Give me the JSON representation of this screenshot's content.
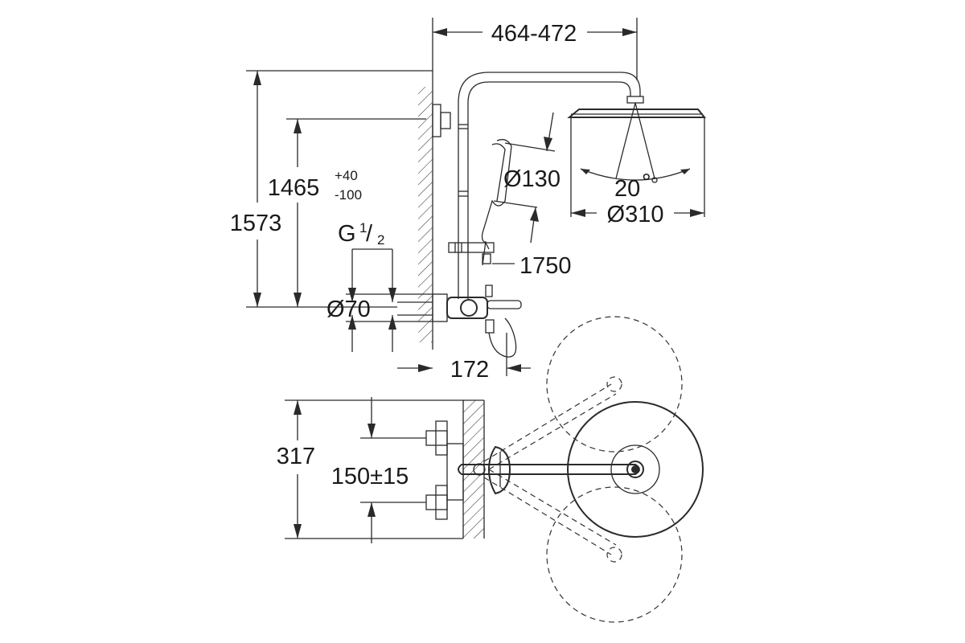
{
  "dimensions": {
    "arm_width": "464-472",
    "total_height": "1573",
    "rail_height": "1465",
    "rail_tol_plus": "+40",
    "rail_tol_minus": "-100",
    "hand_shower_dia": "Ø130",
    "head_angle": "20",
    "head_angle_unit": "°",
    "head_dia": "Ø310",
    "hose_length": "1750",
    "thread_label": "G",
    "thread_num": "1",
    "thread_den": "2",
    "connection_dia": "Ø70",
    "outlet_projection": "172",
    "top_depth": "317",
    "inlet_spacing": "150±15"
  }
}
